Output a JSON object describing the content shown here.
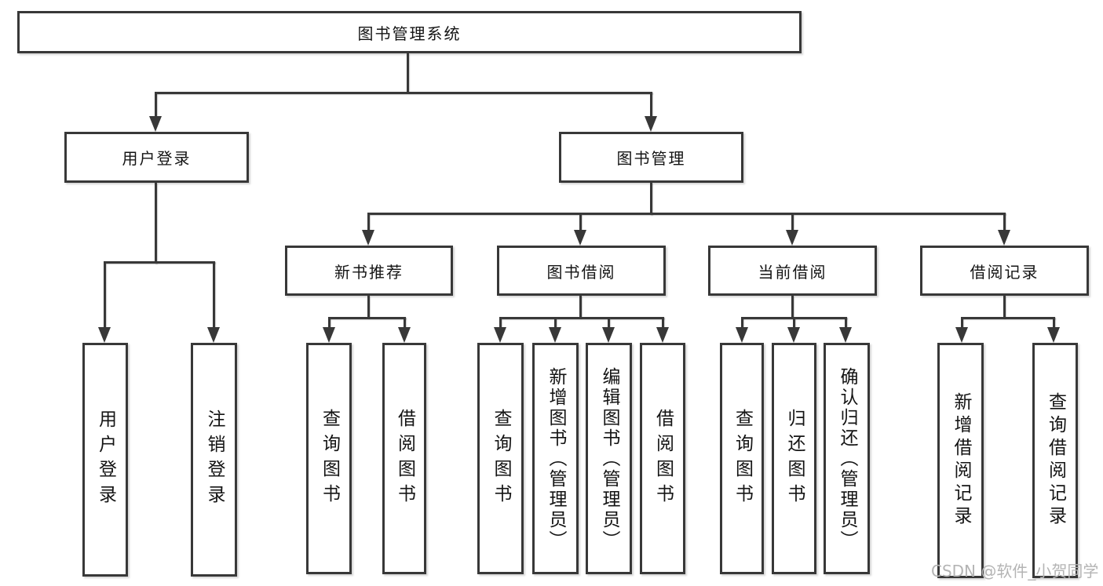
{
  "diagram": {
    "root": {
      "label": "图书管理系统"
    },
    "level2": {
      "userLogin": {
        "label": "用户登录"
      },
      "bookManagement": {
        "label": "图书管理"
      }
    },
    "level3": {
      "newBookRecommend": {
        "label": "新书推荐"
      },
      "bookBorrow": {
        "label": "图书借阅"
      },
      "currentBorrow": {
        "label": "当前借阅"
      },
      "borrowRecord": {
        "label": "借阅记录"
      }
    },
    "level4": {
      "userLogin": {
        "label": "用户登录"
      },
      "logoutLogin": {
        "label": "注销登录"
      },
      "recQueryBook": {
        "label": "查询图书"
      },
      "recBorrowBook": {
        "label": "借阅图书"
      },
      "bbQueryBook": {
        "label": "查询图书"
      },
      "bbAddBook": {
        "label": "新增图书（管理员）"
      },
      "bbEditBook": {
        "label": "编辑图书（管理员）"
      },
      "bbBorrowBook": {
        "label": "借阅图书"
      },
      "cbQueryBook": {
        "label": "查询图书"
      },
      "cbReturnBook": {
        "label": "归还图书"
      },
      "cbConfirmReturn": {
        "label": "确认归还（管理员）"
      },
      "brAddRecord": {
        "label": "新增借阅记录"
      },
      "brQueryRecord": {
        "label": "查询借阅记录"
      }
    }
  },
  "watermark": {
    "text": "CSDN @软件_小贺同学"
  },
  "colors": {
    "line": "#383838",
    "text": "#141414",
    "watermark": "#b4b4b4",
    "background": "#ffffff"
  }
}
